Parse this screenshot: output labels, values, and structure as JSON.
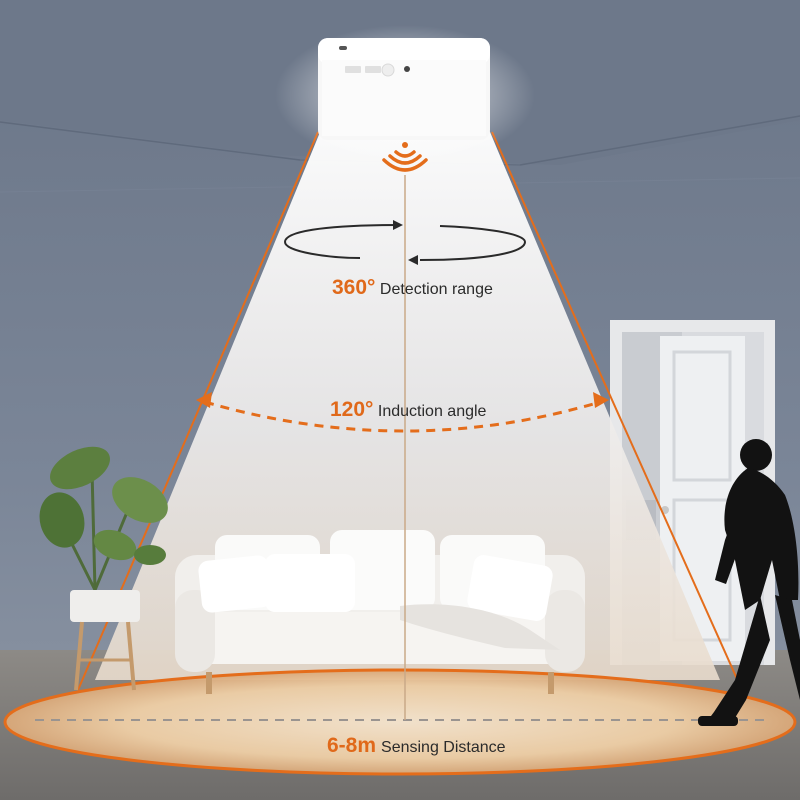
{
  "detection": {
    "value": "360",
    "unit": "°",
    "text": "Detection range"
  },
  "induction": {
    "value": "120",
    "unit": "°",
    "text": "Induction angle"
  },
  "distance": {
    "value": "6-8m",
    "text": "Sensing Distance"
  },
  "colors": {
    "accent": "#e46d1b",
    "wall": "#717d8f",
    "light_cone": "#f4f2ef",
    "floor_glow": "#f3d9b8",
    "sofa": "#f3f1ee",
    "silhouette": "#121212"
  },
  "icons": [
    "ceiling-light-sensor-icon",
    "radar-wave-icon",
    "rotation-arrows-icon",
    "person-silhouette-icon"
  ]
}
